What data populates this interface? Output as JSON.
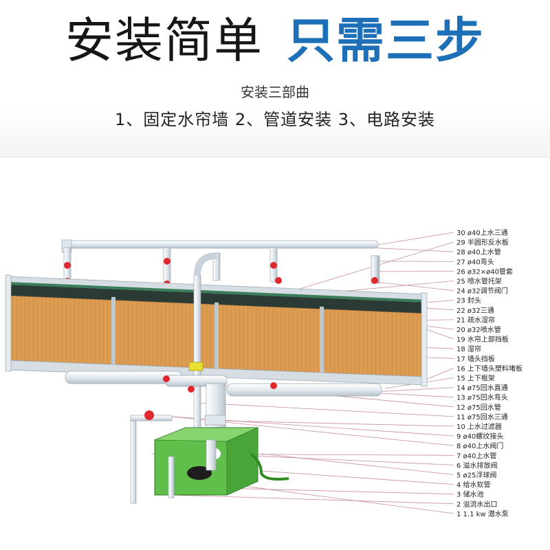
{
  "header": {
    "title_black": "安装简单",
    "title_blue": "只需三步",
    "subtitle": "安装三部曲",
    "steps": "1、固定水帘墙 2、管道安装 3、电路安装"
  },
  "colors": {
    "title_blue": "#1d6fb8",
    "pad_orange": "#d99a4e",
    "tank_green": "#5fbf4a",
    "pipe": "#e6ecf2",
    "valve_red": "#e0292e",
    "leader_line": "#c98e9b"
  },
  "labels": [
    {
      "num": "30",
      "text": "ø40上水三通"
    },
    {
      "num": "29",
      "text": "半圆形反水板"
    },
    {
      "num": "28",
      "text": "ø40上水管"
    },
    {
      "num": "27",
      "text": "ø40弯头"
    },
    {
      "num": "26",
      "text": "ø32×ø40管套"
    },
    {
      "num": "25",
      "text": "喷水管托架"
    },
    {
      "num": "24",
      "text": "ø32调节阀门"
    },
    {
      "num": "23",
      "text": "封头"
    },
    {
      "num": "22",
      "text": "ø32三通"
    },
    {
      "num": "21",
      "text": "疏水湿帘"
    },
    {
      "num": "20",
      "text": "ø32喷水管"
    },
    {
      "num": "19",
      "text": "水帘上部挡板"
    },
    {
      "num": "18",
      "text": "湿帘"
    },
    {
      "num": "17",
      "text": "墙头挡板"
    },
    {
      "num": "16",
      "text": "上下墙头塑料堵板"
    },
    {
      "num": "15",
      "text": "上下框架"
    },
    {
      "num": "14",
      "text": "ø75回水直通"
    },
    {
      "num": "13",
      "text": "ø75回水弯头"
    },
    {
      "num": "12",
      "text": "ø75回水管"
    },
    {
      "num": "11",
      "text": "ø75回水三通"
    },
    {
      "num": "10",
      "text": "上水过滤器"
    },
    {
      "num": "9",
      "text": "ø40螺纹接头"
    },
    {
      "num": "8",
      "text": "ø40上水阀门"
    },
    {
      "num": "7",
      "text": "ø40上水管"
    },
    {
      "num": "6",
      "text": "溢水排放阀"
    },
    {
      "num": "5",
      "text": "ø25浮球阀"
    },
    {
      "num": "4",
      "text": "给水软管"
    },
    {
      "num": "3",
      "text": "储水池"
    },
    {
      "num": "2",
      "text": "溢流水出口"
    },
    {
      "num": "1",
      "text": "1.1 kw  潜水泵"
    }
  ]
}
